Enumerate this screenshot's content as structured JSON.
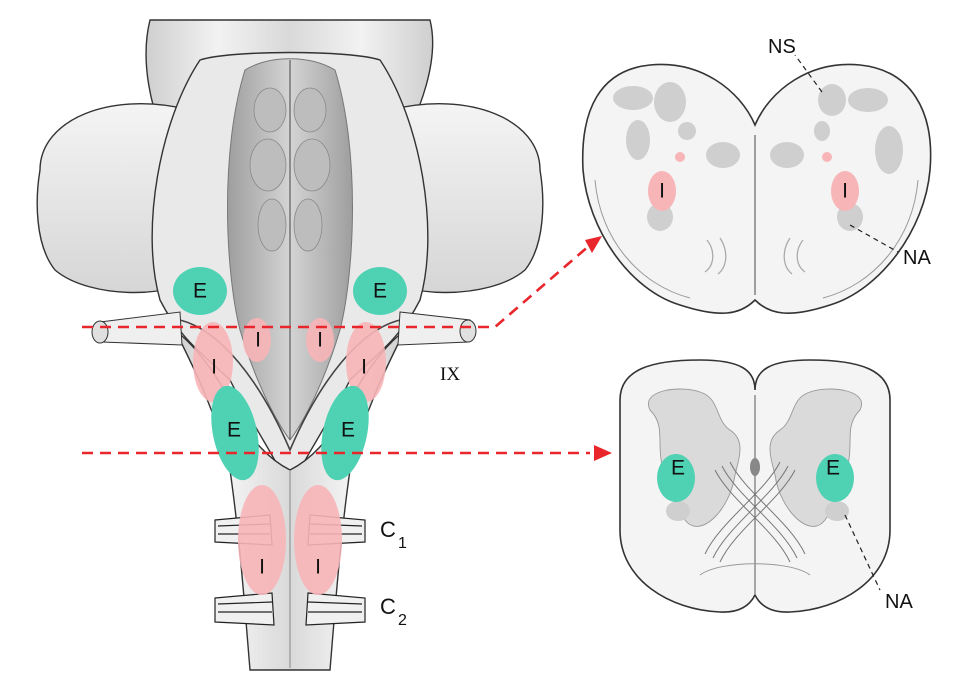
{
  "colors": {
    "expiratory": "#4fd1b3",
    "inspiratory": "#f7b5b8",
    "tissue": "#e6e6e6",
    "tissue_dark": "#c7c7c7",
    "nucleus_gray": "#cfcfcf",
    "section_line": "#e8262b"
  },
  "labels": {
    "expiratory": "E",
    "inspiratory": "I",
    "nucleus_solitarius": "NS",
    "nucleus_ambiguus_upper": "NA",
    "nucleus_ambiguus_lower": "NA",
    "nerve_ix": "IX",
    "c1_letter": "C",
    "c1_sub": "1",
    "c2_letter": "C",
    "c2_sub": "2"
  }
}
